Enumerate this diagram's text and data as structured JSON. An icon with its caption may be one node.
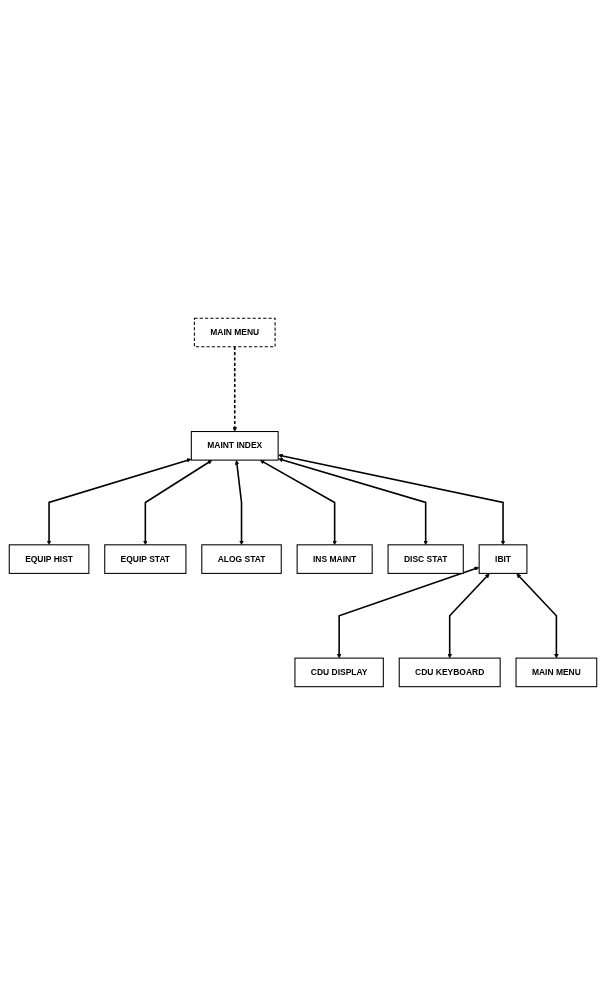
{
  "diagram": {
    "nodes": [
      {
        "text": [
          "MAIN MENU"
        ]
      },
      {
        "text": [
          "MAINT INDEX"
        ]
      },
      {
        "text": [
          "EQUIP HIST"
        ]
      },
      {
        "text": [
          "EQUIP STAT"
        ]
      },
      {
        "text": [
          "ALOG STAT"
        ]
      },
      {
        "text": [
          "INS MAINT"
        ]
      },
      {
        "text": [
          "DISC STAT"
        ]
      },
      {
        "text": [
          "IBIT"
        ]
      },
      {
        "text": [
          "CDU DISPLAY"
        ]
      },
      {
        "text": [
          "CDU KEYBOARD"
        ]
      },
      {
        "text": [
          "MAIN MENU"
        ]
      }
    ],
    "edges": [
      {
        "from": 0,
        "to": 1,
        "arrow": "to",
        "style": "dashed"
      },
      {
        "from": 1,
        "to": 2,
        "arrow": "both"
      },
      {
        "from": 1,
        "to": 3,
        "arrow": "both"
      },
      {
        "from": 1,
        "to": 4,
        "arrow": "both"
      },
      {
        "from": 1,
        "to": 5,
        "arrow": "both"
      },
      {
        "from": 1,
        "to": 6,
        "arrow": "both"
      },
      {
        "from": 1,
        "to": 7,
        "arrow": "both"
      },
      {
        "from": 7,
        "to": 8,
        "arrow": "both"
      },
      {
        "from": 7,
        "to": 9,
        "arrow": "both"
      },
      {
        "from": 7,
        "to": 10,
        "arrow": "both"
      }
    ]
  }
}
